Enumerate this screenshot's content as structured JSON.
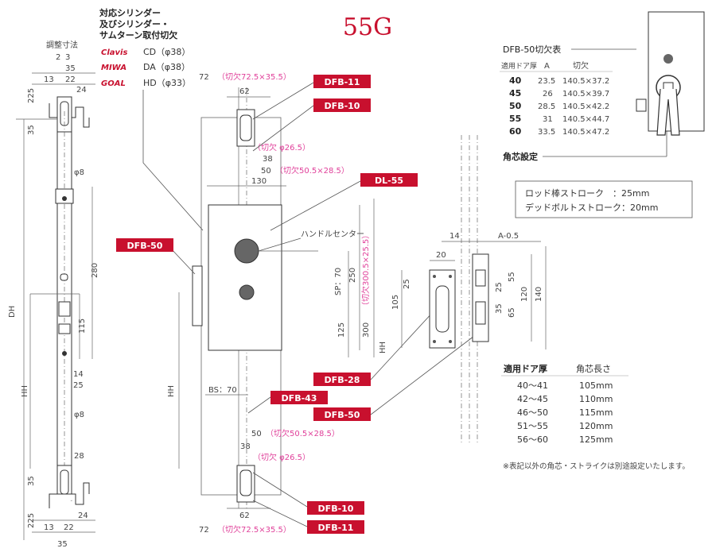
{
  "title": "55G",
  "cylinder_note": {
    "heading_1": "対応シリンダー",
    "heading_2": "及びシリンダー・",
    "heading_3": "サムターン取付切欠",
    "rows": [
      {
        "brand": "Clavis",
        "code": "CD（φ38）"
      },
      {
        "brand": "MIWA",
        "code": "DA（φ38）"
      },
      {
        "brand": "GOAL",
        "code": "HD（φ33）"
      }
    ]
  },
  "adjust_label": "調整寸法",
  "left_dims": {
    "top_a": "2",
    "top_b": "3",
    "w35": "35",
    "w13": "13",
    "w22": "22",
    "w24": "24",
    "h225": "225",
    "h35": "35",
    "phi8_top": "φ8",
    "h280": "280",
    "h115": "115",
    "dh": "DH",
    "hh": "HH",
    "w14": "14",
    "w25": "25",
    "phi8_bot": "φ8",
    "w28": "28",
    "h35b": "35",
    "h225b": "225",
    "w24b": "24",
    "w13b": "13",
    "w22b": "22",
    "w35b": "35"
  },
  "center_dims": {
    "d72_top": "72",
    "cut_top": "（切欠72.5×35.5）",
    "d62_top": "62",
    "phi265_top": "（切欠 φ26.5）",
    "d38_top": "38",
    "d50_top": "50",
    "cut50_top": "（切欠50.5×28.5）",
    "d130": "130",
    "handle_center": "ハンドルセンター",
    "sp70": "SP：70",
    "d250": "250",
    "cut300": "（切欠300.5×25.5）",
    "d300": "300",
    "d125": "125",
    "hh": "HH",
    "bs70": "BS：70",
    "d38_bot": "38",
    "d50_bot": "50",
    "cut50_bot": "（切欠50.5×28.5）",
    "phi265_bot": "（切欠 φ26.5）",
    "d62_bot": "62",
    "d72_bot": "72",
    "cut_bot": "（切欠72.5×35.5）"
  },
  "labels": {
    "dfb11_top": "DFB-11",
    "dfb10_top": "DFB-10",
    "dl55": "DL-55",
    "dfb50_left": "DFB-50",
    "dfb28": "DFB-28",
    "dfb43": "DFB-43",
    "dfb50_right": "DFB-50",
    "dfb10_bot": "DFB-10",
    "dfb11_bot": "DFB-11"
  },
  "dfb50_table": {
    "title": "DFB-50切欠表",
    "headers": [
      "適用ドア厚",
      "A",
      "切欠"
    ],
    "rows": [
      [
        "40",
        "23.5",
        "140.5×37.2"
      ],
      [
        "45",
        "26",
        "140.5×39.7"
      ],
      [
        "50",
        "28.5",
        "140.5×42.2"
      ],
      [
        "55",
        "31",
        "140.5×44.7"
      ],
      [
        "60",
        "33.5",
        "140.5×47.2"
      ]
    ],
    "angle_label": "角芯設定"
  },
  "stroke_box": {
    "line1": "ロッド棒ストローク　：25mm",
    "line2": "デッドボルトストローク：20mm"
  },
  "strike_dims": {
    "d14": "14",
    "a05": "A-0.5",
    "d20": "20",
    "d25": "25",
    "d105": "105",
    "hh": "HH",
    "d35": "35",
    "d25b": "25",
    "d55": "55",
    "d65": "65",
    "d120": "120",
    "d140": "140"
  },
  "angle_table": {
    "headers": [
      "適用ドア厚",
      "角芯長さ"
    ],
    "rows": [
      [
        "40～41",
        "105mm"
      ],
      [
        "42～45",
        "110mm"
      ],
      [
        "46～50",
        "115mm"
      ],
      [
        "51～55",
        "120mm"
      ],
      [
        "56～60",
        "125mm"
      ]
    ]
  },
  "footnote": "※表記以外の角芯・ストライクは別途設定いたします。",
  "colors": {
    "accent": "#c8102e",
    "dimension_pink": "#e0409a"
  }
}
